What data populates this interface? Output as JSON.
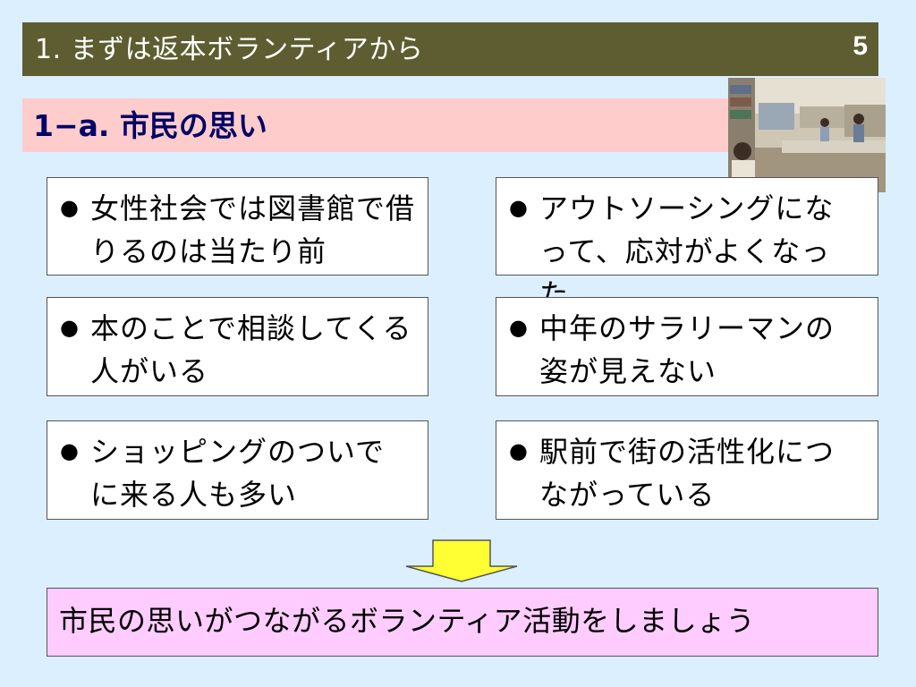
{
  "slide": {
    "title": "1. まずは返本ボランティアから",
    "page_number": "5",
    "subtitle": "1−a. 市民の思い"
  },
  "bullet_glyph": "●",
  "boxes": [
    {
      "text": "女性社会では図書館で借りるのは当たり前"
    },
    {
      "text": "アウトソーシングになって、応対がよくなった"
    },
    {
      "text": "本のことで相談してくる人がいる"
    },
    {
      "text": "中年のサラリーマンの姿が見えない"
    },
    {
      "text": "ショッピングのついでに来る人も多い"
    },
    {
      "text": "駅前で街の活性化につながっている"
    }
  ],
  "conclusion": "市民の思いがつながるボランティア活動をしましょう",
  "colors": {
    "title_bar": "#5d5d31",
    "subtitle_bar": "#ffcccc",
    "background": "#dcefff",
    "arrow": "#ffff33",
    "conclusion_bg": "#ffccff"
  }
}
